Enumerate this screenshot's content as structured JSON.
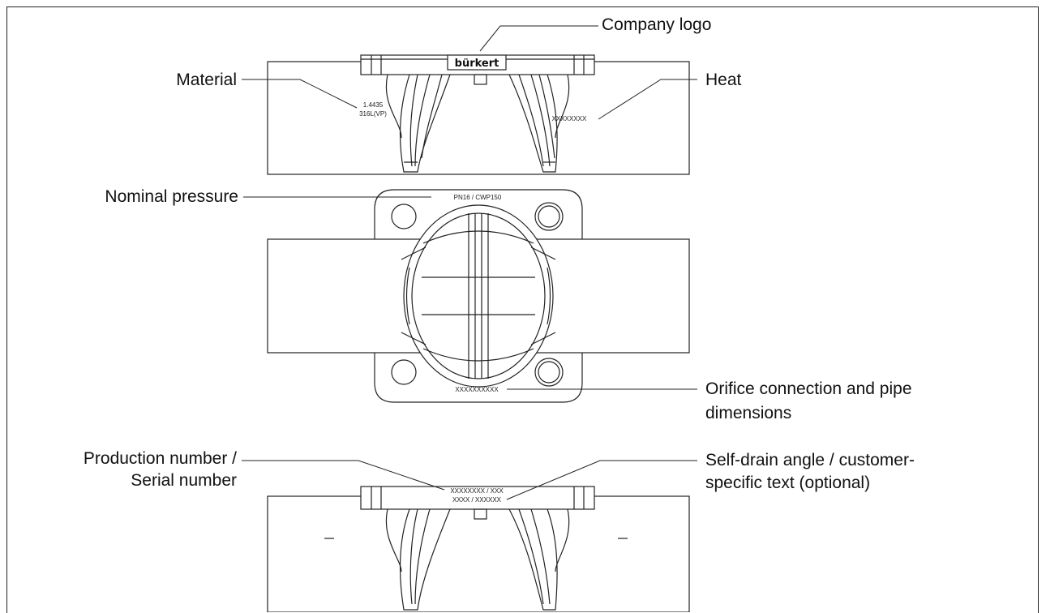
{
  "callouts": {
    "company_logo": "Company logo",
    "material": "Material",
    "heat": "Heat",
    "nominal_pressure": "Nominal pressure",
    "orifice_line1": "Orifice connection and pipe",
    "orifice_line2": "dimensions",
    "production_line1": "Production number /",
    "production_line2": "Serial number",
    "selfdrain_line1": "Self-drain angle / customer-",
    "selfdrain_line2": "specific text (optional)"
  },
  "markings": {
    "logo": "bürkert",
    "material_line1": "1.4435",
    "material_line2": "316L(VP)",
    "heat": "XXXXXXXX",
    "pressure": "PN16 / CWP150",
    "orifice": "XXXXXXXXXX",
    "production_line1": "XXXXXXXX / XXX",
    "production_line2": "XXXX / XXXXXX"
  },
  "colors": {
    "line": "#222222",
    "text": "#111111",
    "background": "#ffffff"
  }
}
